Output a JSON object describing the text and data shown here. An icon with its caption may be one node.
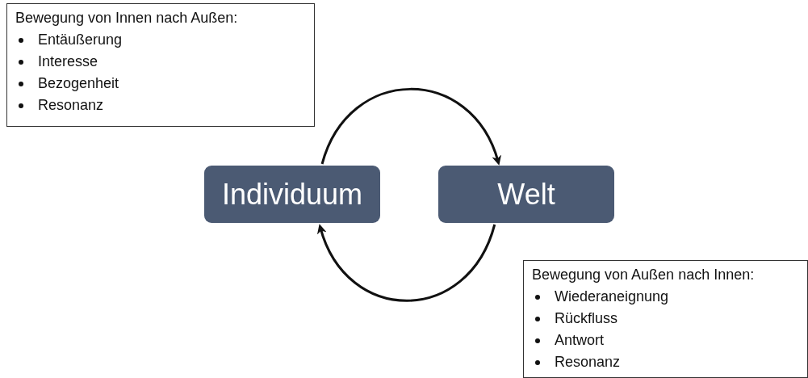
{
  "diagram": {
    "nodes": [
      {
        "text": [
          "Individuum"
        ]
      },
      {
        "text": [
          "Welt"
        ]
      },
      {
        "text": [
          "Bewegung von Innen nach Außen:",
          "Entäußerung",
          "Interesse",
          "Bezogenheit",
          "Resonanz"
        ]
      },
      {
        "text": [
          "Bewegung von Außen nach Innen:",
          "Wiederaneignung",
          "Rückfluss",
          "Antwort",
          "Resonanz"
        ]
      }
    ],
    "edges": [
      {
        "from": 0,
        "to": 1,
        "arrow": "to"
      },
      {
        "from": 1,
        "to": 0,
        "arrow": "to"
      }
    ]
  }
}
